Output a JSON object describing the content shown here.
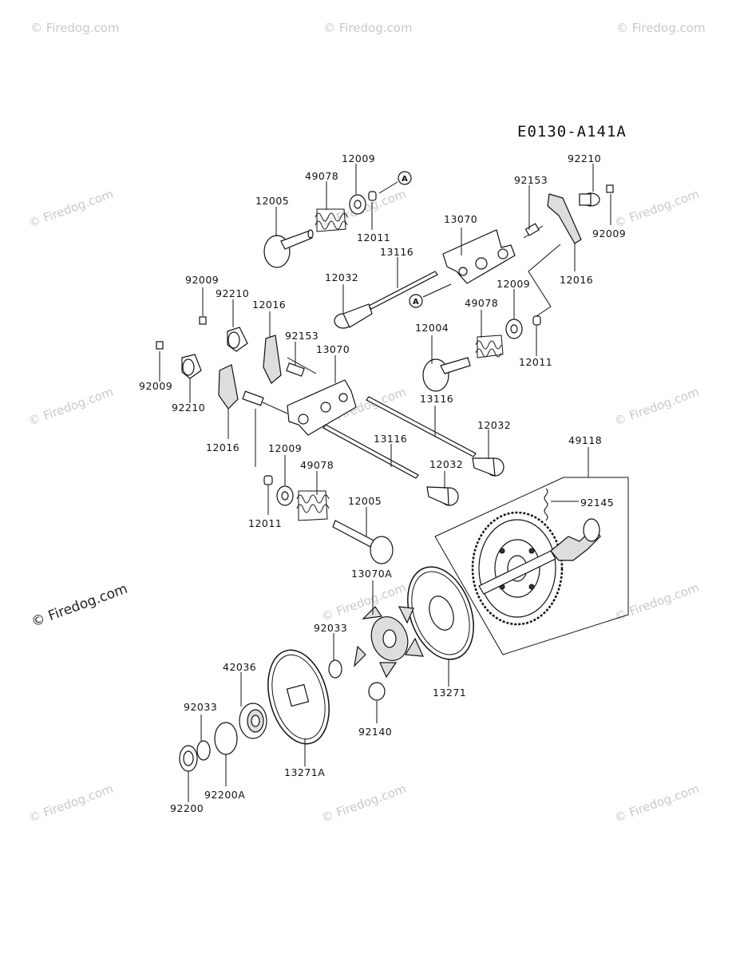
{
  "diagram": {
    "code": "E0130-A141A",
    "watermark": "© Firedog.com",
    "watermark_small": "© Firedog.com",
    "ref_marker": "A",
    "labels": {
      "l_12009_a": "12009",
      "l_49078_a": "49078",
      "l_12005_a": "12005",
      "l_12011_a": "12011",
      "l_92210_a": "92210",
      "l_92153_a": "92153",
      "l_92009_a": "92009",
      "l_13070_a": "13070",
      "l_12016_a": "12016",
      "l_13116_a": "13116",
      "l_12032_a": "12032",
      "l_12009_b": "12009",
      "l_49078_b": "49078",
      "l_12004": "12004",
      "l_12011_b": "12011",
      "l_92009_b": "92009",
      "l_92210_b": "92210",
      "l_12016_b": "12016",
      "l_92153_b": "92153",
      "l_13070_b": "13070",
      "l_92009_c": "92009",
      "l_92210_c": "92210",
      "l_12016_c": "12016",
      "l_13116_b": "13116",
      "l_12032_b": "12032",
      "l_49118": "49118",
      "l_12009_c": "12009",
      "l_13116_c": "13116",
      "l_12032_c": "12032",
      "l_49078_c": "49078",
      "l_92145": "92145",
      "l_12011_c": "12011",
      "l_12005_b": "12005",
      "l_13070a": "13070A",
      "l_92033_a": "92033",
      "l_42036": "42036",
      "l_13271": "13271",
      "l_92033_b": "92033",
      "l_92140": "92140",
      "l_92200a": "92200A",
      "l_13271a": "13271A",
      "l_92200": "92200"
    }
  }
}
